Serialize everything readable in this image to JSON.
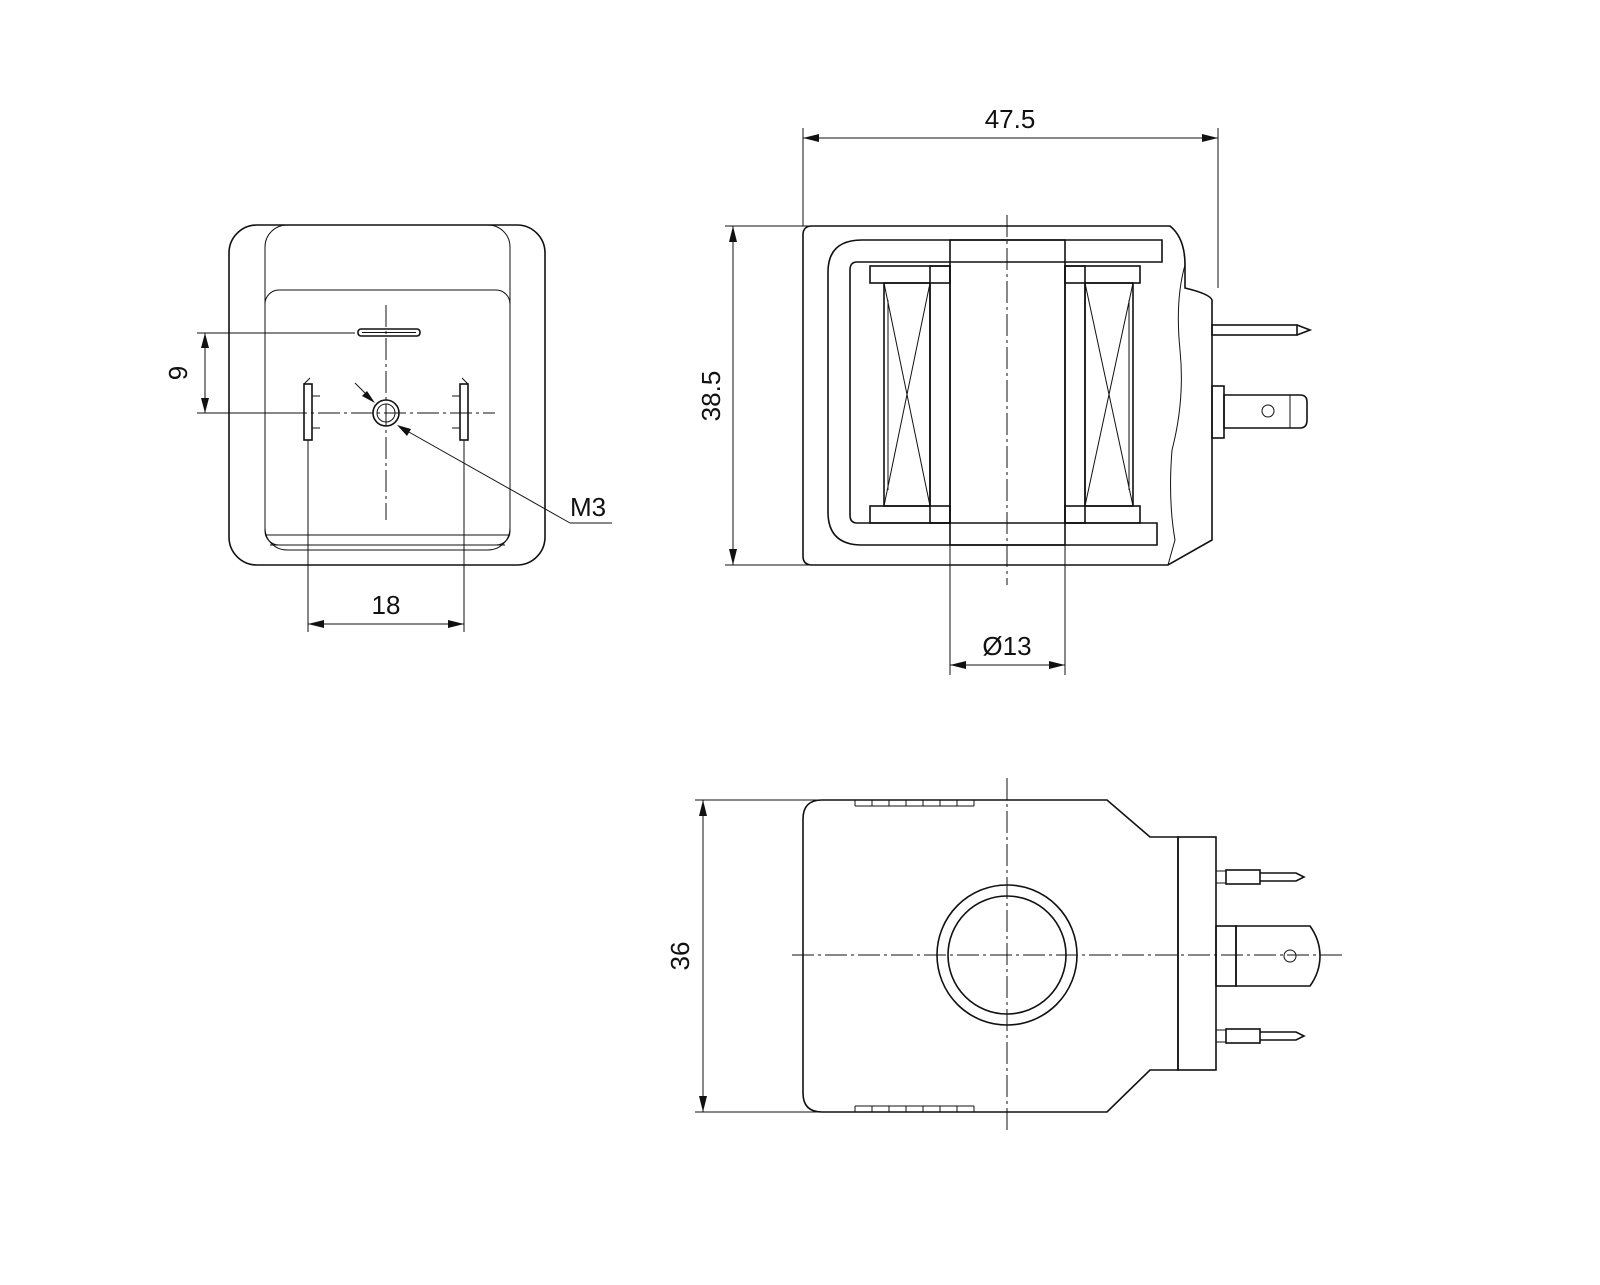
{
  "dimensions": {
    "front_pin_spacing": "18",
    "front_pin_offset": "9",
    "thread": "M3",
    "section_length": "47.5",
    "section_height": "38.5",
    "bore_diameter": "Ø13",
    "bottom_height": "36"
  }
}
